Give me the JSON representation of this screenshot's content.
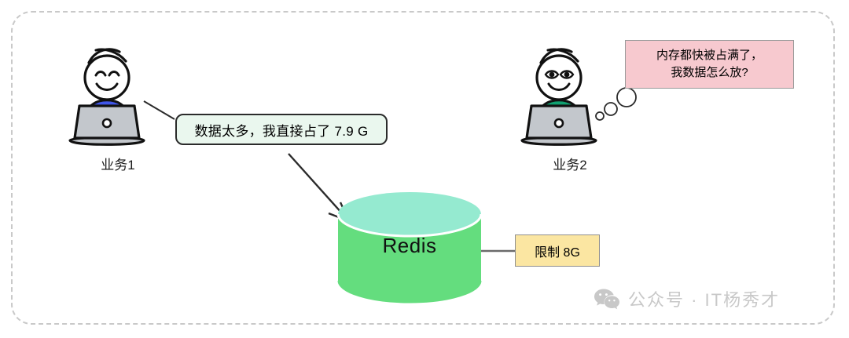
{
  "diagram": {
    "title": "Redis memory limit diagram",
    "frame": {
      "style": "dashed-rounded-rect",
      "color": "#c9c9c9"
    }
  },
  "actors": [
    {
      "id": "actor-1",
      "label": "业务1",
      "shirt_color": "#4056e8",
      "expression": "happy-closed-eyes",
      "laptop_color": "#c3c7cc"
    },
    {
      "id": "actor-2",
      "label": "业务2",
      "shirt_color": "#10a070",
      "expression": "open-eyes",
      "laptop_color": "#c3c7cc"
    }
  ],
  "bubbles": {
    "green": {
      "text": "数据太多，我直接占了 7.9 G",
      "fill": "#eaf7ee",
      "border": "#2b2b2b"
    },
    "pink": {
      "line1": "内存都快被占满了，",
      "line2": "我数据怎么放?",
      "fill": "#f7c9cf",
      "border": "#9a9a9a"
    },
    "yellow": {
      "text": "限制 8G",
      "fill": "#fbe6a2",
      "border": "#8f8f8f"
    }
  },
  "store": {
    "label": "Redis",
    "shape": "cylinder",
    "body_color": "#64dd7e",
    "top_color": "#95ead0"
  },
  "watermark": {
    "icon": "wechat-icon",
    "text": "公众号 · IT杨秀才",
    "color": "#c8c8c8"
  }
}
